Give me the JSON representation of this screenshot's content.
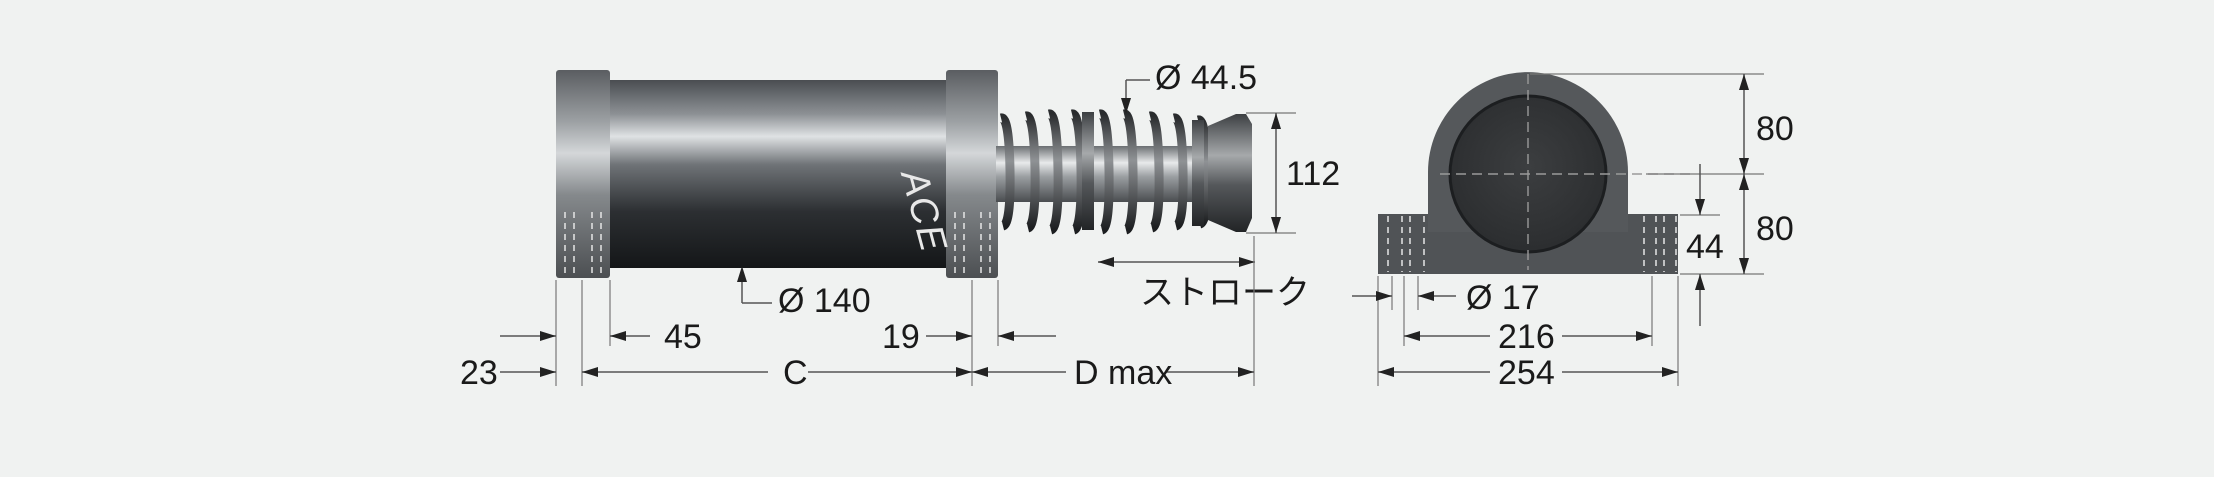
{
  "brand": "ACE",
  "dimensions": {
    "flange_width": "23",
    "flange_offset": "45",
    "body_diameter": "Ø 140",
    "body_length": "C",
    "rear_flange": "19",
    "d_max": "D max",
    "rod_diameter": "Ø 44.5",
    "head_height": "112",
    "stroke": "ストローク",
    "height_upper": "80",
    "height_lower": "80",
    "base_height": "44",
    "hole_diameter": "Ø 17",
    "hole_spacing": "216",
    "base_width": "254"
  },
  "colors": {
    "background": "#f0f2f1",
    "steel_dark": "#3a3d40",
    "steel_light": "#c8cbcd",
    "end_view": "#4a4d50"
  }
}
